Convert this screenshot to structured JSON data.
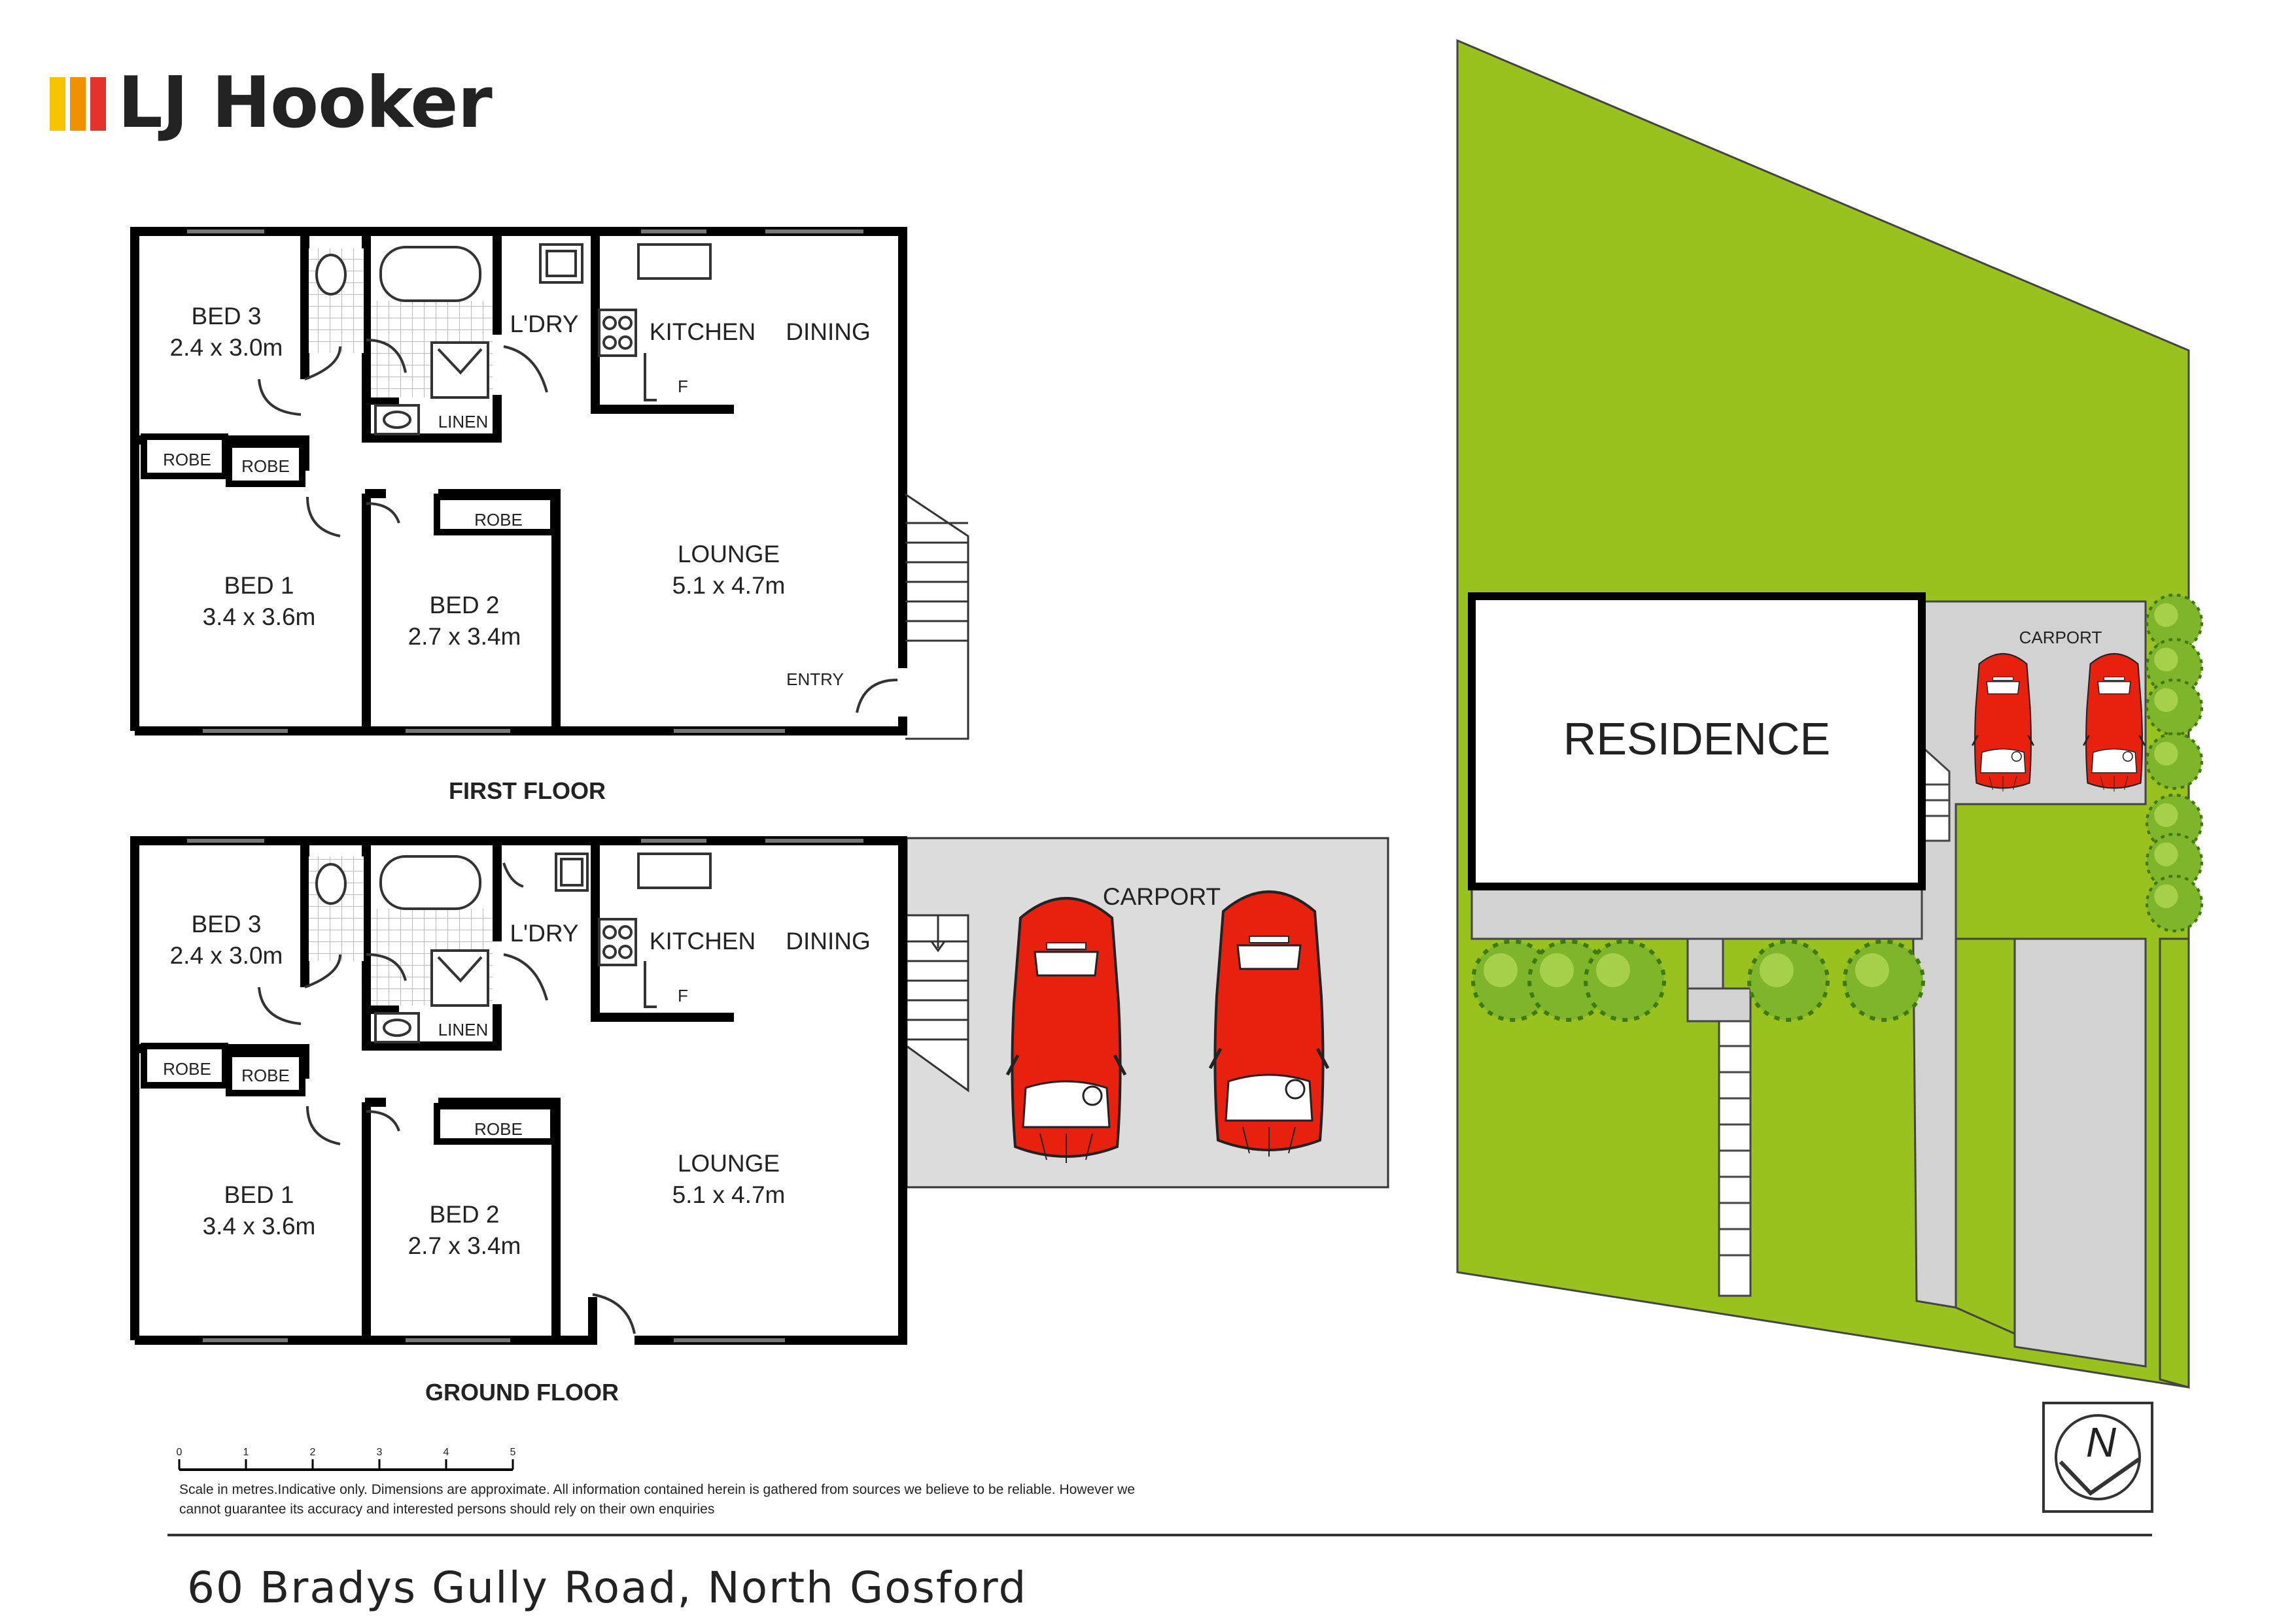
{
  "brand": {
    "name": "LJ Hooker",
    "bar_colors": [
      "#f6c400",
      "#f29100",
      "#e5322d"
    ]
  },
  "first_floor": {
    "heading": "FIRST FLOOR",
    "rooms": {
      "bed3": {
        "name": "BED 3",
        "dims": "2.4 x 3.0m"
      },
      "bed1": {
        "name": "BED 1",
        "dims": "3.4 x 3.6m"
      },
      "bed2": {
        "name": "BED 2",
        "dims": "2.7 x 3.4m"
      },
      "lounge": {
        "name": "LOUNGE",
        "dims": "5.1 x 4.7m"
      },
      "laundry": "L'DRY",
      "kitchen": "KITCHEN",
      "dining": "DINING",
      "linen": "LINEN",
      "robe": "ROBE",
      "fridge": "F",
      "entry": "ENTRY"
    }
  },
  "ground_floor": {
    "heading": "GROUND FLOOR",
    "rooms": {
      "bed3": {
        "name": "BED 3",
        "dims": "2.4 x 3.0m"
      },
      "bed1": {
        "name": "BED 1",
        "dims": "3.4 x 3.6m"
      },
      "bed2": {
        "name": "BED 2",
        "dims": "2.7 x 3.4m"
      },
      "lounge": {
        "name": "LOUNGE",
        "dims": "5.1 x 4.7m"
      },
      "laundry": "L'DRY",
      "kitchen": "KITCHEN",
      "dining": "DINING",
      "linen": "LINEN",
      "robe": "ROBE",
      "fridge": "F"
    },
    "carport": "CARPORT"
  },
  "site_plan": {
    "residence": "RESIDENCE",
    "carport": "CARPORT",
    "lawn_color": "#99c21f",
    "hedge_color": "#7fb52a"
  },
  "compass": {
    "label": "N"
  },
  "scale": {
    "ticks": [
      "0",
      "1",
      "2",
      "3",
      "4",
      "5"
    ],
    "note": "Scale in metres.Indicative only. Dimensions are approximate. All information contained herein is gathered from sources we believe to be reliable. However we cannot guarantee its accuracy and interested persons should rely on their own enquiries"
  },
  "address": "60 Bradys Gully Road, North Gosford",
  "car_color": "#e8200e"
}
